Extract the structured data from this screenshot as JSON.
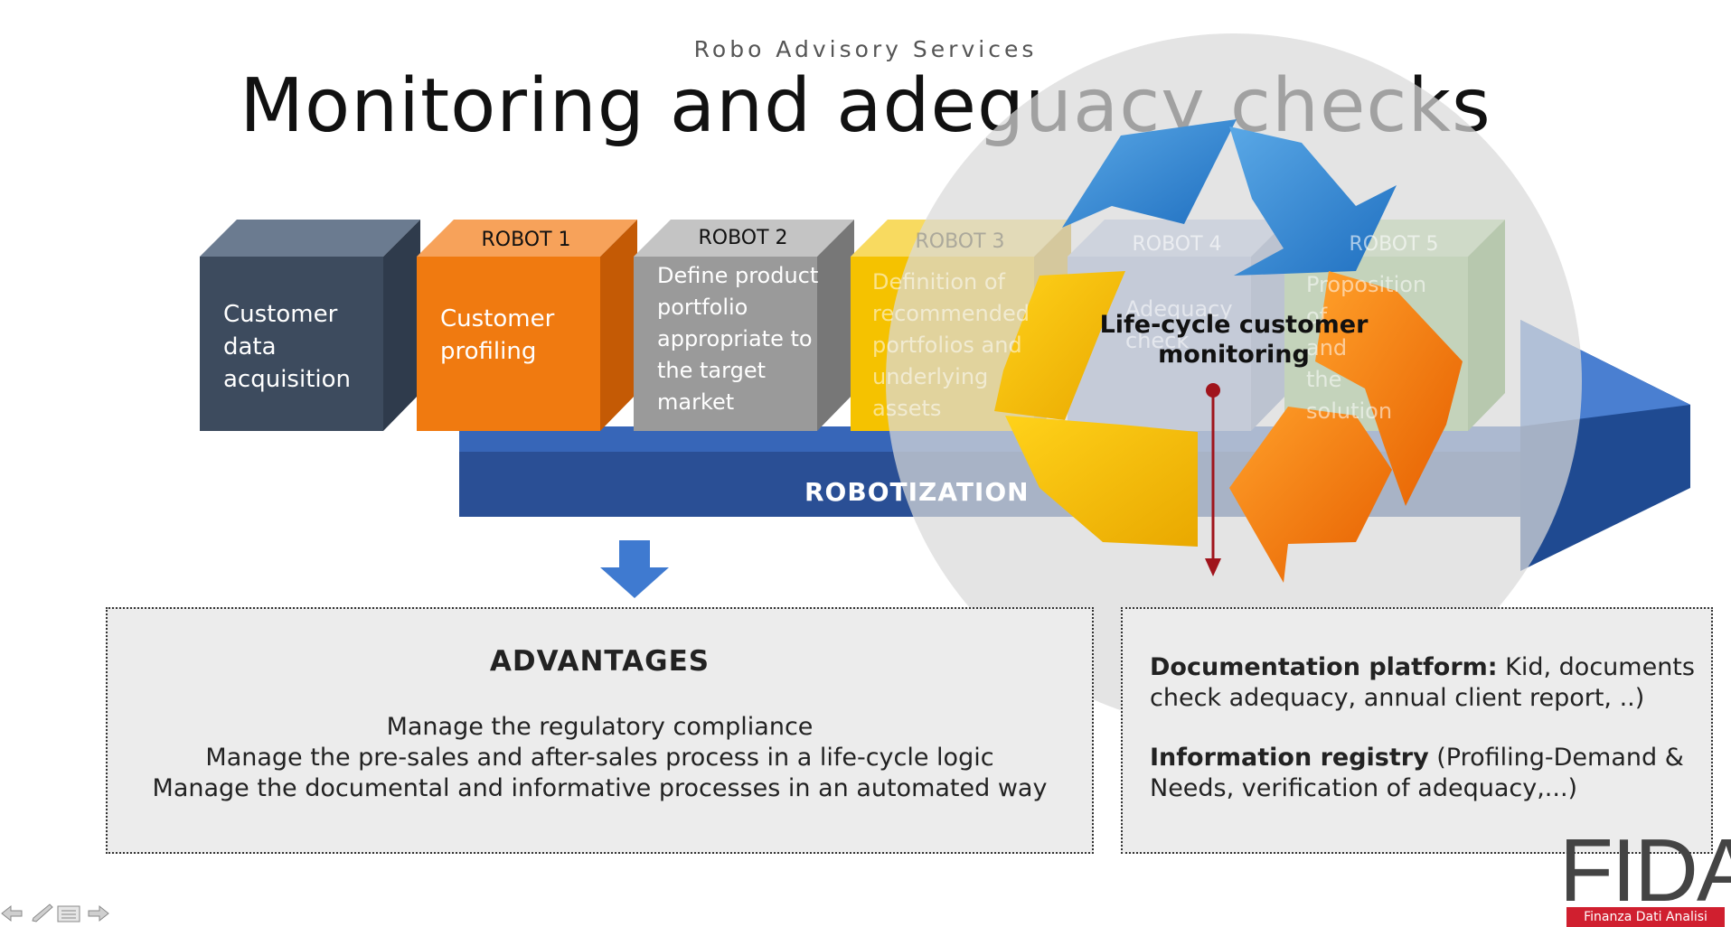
{
  "header": {
    "subtitle": "Robo Advisory Services",
    "title": "Monitoring and adeguacy checks"
  },
  "process": {
    "cubes": [
      {
        "head": "",
        "label": "Customer\ndata\nacquisition",
        "color": "#3d4b5e"
      },
      {
        "head": "ROBOT 1",
        "label": "Customer\nprofiling",
        "color": "#f07a10"
      },
      {
        "head": "ROBOT 2",
        "label": "Define product\nportfolio\nappropriate to\nthe target\nmarket",
        "color": "#9a9a9a"
      },
      {
        "head": "ROBOT 3",
        "label": "Definition of\nrecommended\nportfolios and\nunderlying\nassets",
        "color": "#f5c200"
      },
      {
        "head": "ROBOT 4",
        "label": "Adequacy\ncheck",
        "color": "#8fa7d4"
      },
      {
        "head": "ROBOT 5",
        "label": "Proposition\nof\nand\nthe\nsolution",
        "color": "#8cc26b"
      }
    ],
    "robotization_label": "ROBOTIZATION",
    "accent_blue": "#2d5aa8"
  },
  "lifecycle": {
    "label": "Life-cycle customer monitoring"
  },
  "advantages": {
    "title": "ADVANTAGES",
    "lines": [
      "Manage the regulatory compliance",
      "Manage the pre-sales and after-sales process in a life-cycle logic",
      "Manage the documental and informative processes in an automated way"
    ]
  },
  "documentation": {
    "platform_bold": "Documentation platform:",
    "platform_text": " Kid, documents check adequacy, annual client report, ..)",
    "registry_bold": "Information registry",
    "registry_text": " (Profiling-Demand & Needs, verification of adequacy,...)"
  },
  "logo": {
    "name": "FIDA",
    "tagline": "Finanza Dati Analisi",
    "brand_red": "#d01f2f"
  },
  "nav": {
    "icons": [
      "back-arrow-icon",
      "pen-icon",
      "menu-icon",
      "forward-arrow-icon"
    ]
  }
}
